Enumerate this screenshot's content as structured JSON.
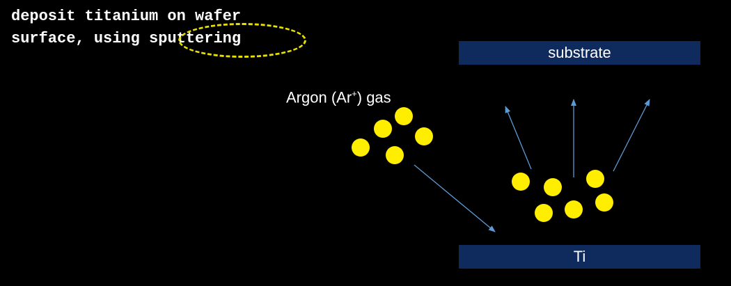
{
  "caption": {
    "line1": "deposit titanium on wafer",
    "line2_prefix": "surface, using ",
    "line2_highlight": "sputtering"
  },
  "labels": {
    "substrate": "substrate",
    "target": "Ti",
    "gas_name": "Argon (Ar",
    "gas_charge": "+",
    "gas_suffix": ") gas"
  },
  "colors": {
    "background": "#000000",
    "plate": "#0f2a5c",
    "particle": "#ffee00",
    "arrow": "#5b9bd5",
    "highlight": "#e8e000"
  }
}
